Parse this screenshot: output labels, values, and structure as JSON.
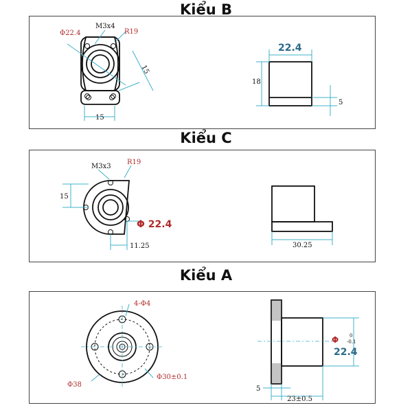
{
  "sections": {
    "b": {
      "title": "Kiểu B",
      "labels": {
        "dia": "Φ22.4",
        "screw": "M3x4",
        "radius": "R19",
        "v15": "15",
        "h15": "15",
        "width": "22.4",
        "height": "18",
        "flange": "5"
      }
    },
    "c": {
      "title": "Kiểu C",
      "labels": {
        "screw": "M3x3",
        "radius": "R19",
        "v15": "15",
        "dia": "Φ 22.4",
        "offset": "11.25",
        "width": "30.25"
      }
    },
    "a": {
      "title": "Kiểu A",
      "labels": {
        "holes": "4-Φ4",
        "outer": "Φ38",
        "pcd": "Φ30±0.1",
        "phi": "Φ",
        "tol_upper": "0",
        "tol_lower": "-0.1",
        "bore": "22.4",
        "flange": "5",
        "length": "23±0.5"
      }
    }
  }
}
